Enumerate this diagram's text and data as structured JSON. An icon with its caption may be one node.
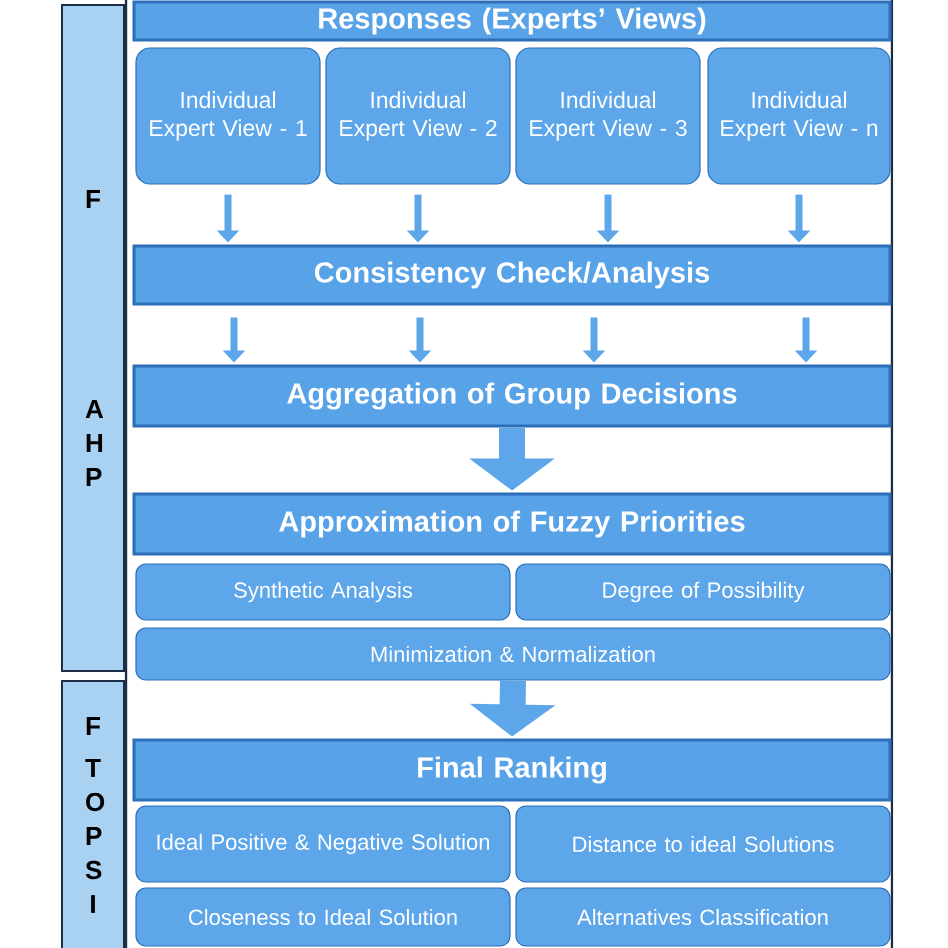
{
  "diagram": {
    "nodes": [
      {
        "text": [
          "F A H P"
        ]
      },
      {
        "text": [
          "F T O P S I"
        ]
      },
      {
        "text": [
          "Responses (Experts’ Views)"
        ]
      },
      {
        "text": [
          "Individual Expert View - 1"
        ]
      },
      {
        "text": [
          "Individual Expert View - 2"
        ]
      },
      {
        "text": [
          "Individual Expert View - 3"
        ]
      },
      {
        "text": [
          "Individual Expert View - n"
        ]
      },
      {
        "text": [
          "Consistency Check/Analysis"
        ]
      },
      {
        "text": [
          "Aggregation of Group Decisions"
        ]
      },
      {
        "text": [
          "Approximation of Fuzzy Priorities"
        ]
      },
      {
        "text": [
          "Synthetic Analysis"
        ]
      },
      {
        "text": [
          "Degree of Possibility"
        ]
      },
      {
        "text": [
          "Minimization & Normalization"
        ]
      },
      {
        "text": [
          "Final Ranking"
        ]
      },
      {
        "text": [
          "Ideal Positive & Negative Solution"
        ]
      },
      {
        "text": [
          "Distance  to ideal Solutions"
        ]
      },
      {
        "text": [
          "Closeness to Ideal Solution"
        ]
      },
      {
        "text": [
          "Alternatives Classification"
        ]
      }
    ],
    "edges": [
      {
        "from": 3,
        "to": 7,
        "arrow": "to"
      },
      {
        "from": 4,
        "to": 7,
        "arrow": "to"
      },
      {
        "from": 5,
        "to": 7,
        "arrow": "to"
      },
      {
        "from": 6,
        "to": 7,
        "arrow": "to"
      },
      {
        "from": 7,
        "to": 8,
        "arrow": "to"
      },
      {
        "from": 7,
        "to": 8,
        "arrow": "to"
      },
      {
        "from": 7,
        "to": 8,
        "arrow": "to"
      },
      {
        "from": 7,
        "to": 8,
        "arrow": "to"
      },
      {
        "from": 8,
        "to": 9,
        "arrow": "to",
        "style": "thick"
      },
      {
        "from": 12,
        "to": 13,
        "arrow": "to",
        "style": "thick"
      }
    ]
  }
}
